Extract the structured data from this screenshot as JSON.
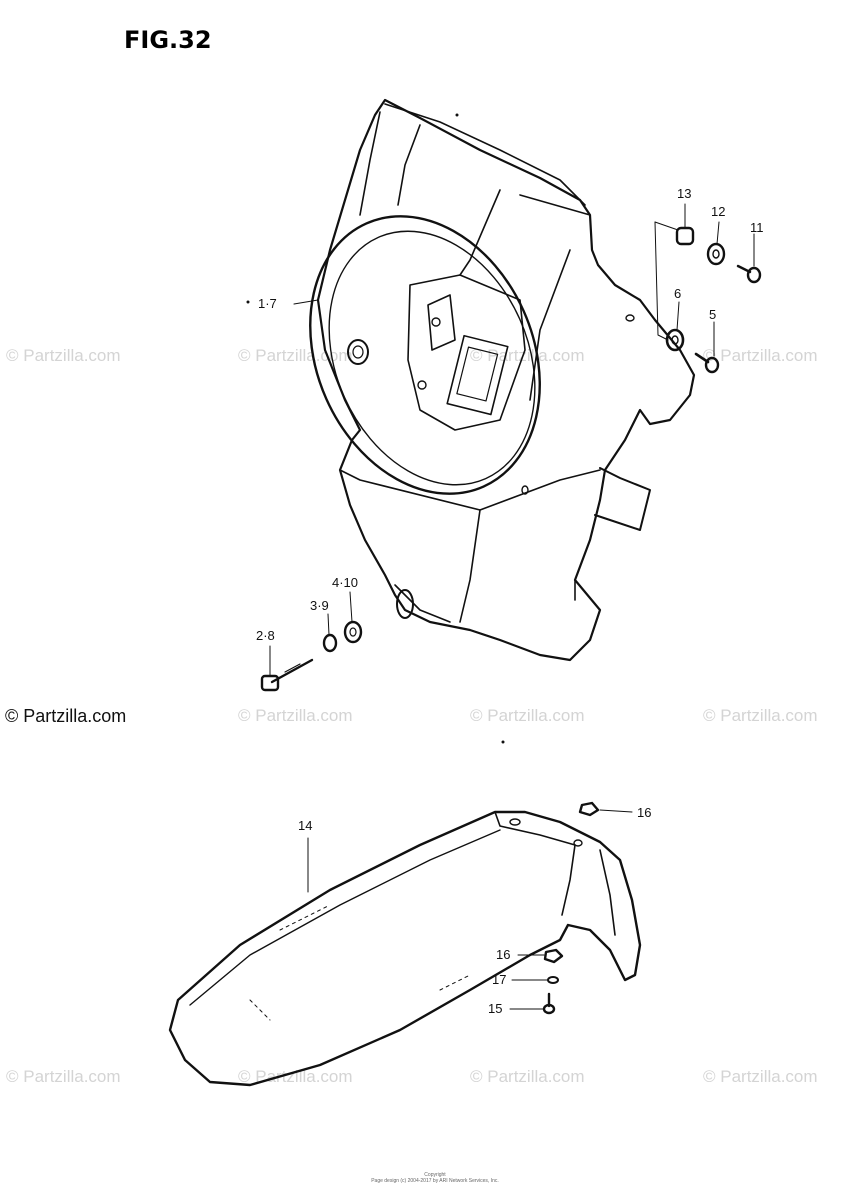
{
  "figure": {
    "title": "FIG.32"
  },
  "watermark": {
    "text": "© Partzilla.com"
  },
  "callouts": {
    "c1_7": "1·7",
    "c2_8": "2·8",
    "c3_9": "3·9",
    "c4_10": "4·10",
    "c5": "5",
    "c6": "6",
    "c11": "11",
    "c12": "12",
    "c13": "13",
    "c14": "14",
    "c15": "15",
    "c16a": "16",
    "c16b": "16",
    "c17": "17"
  },
  "footer": {
    "line1": "Copyright",
    "line2": "Page design (c) 2004-2017 by ARI Network Services, Inc."
  }
}
